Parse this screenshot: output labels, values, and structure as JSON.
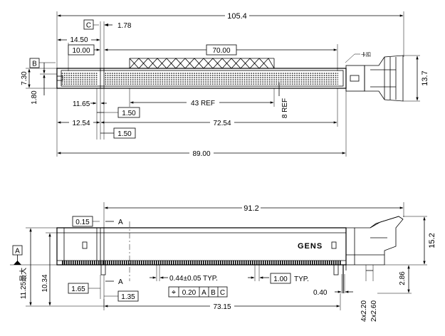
{
  "top_view": {
    "overall_length": "105.4",
    "datum_c": "C",
    "dim_1_78": "1.78",
    "dim_14_50": "14.50",
    "basic_10_00": "10.00",
    "basic_70_00": "70.00",
    "latch_label": "卡扣",
    "datum_b": "B",
    "dim_7_30": "7.30",
    "dim_1_80": "1.80",
    "dim_13_7": "13.7",
    "dim_11_65": "11.65",
    "basic_1_50_a": "1.50",
    "dim_43_ref": "43 REF",
    "dim_8_ref": "8 REF",
    "dim_12_54": "12.54",
    "dim_72_54": "72.54",
    "basic_1_50_b": "1.50",
    "dim_89_00": "89.00"
  },
  "front_view": {
    "dim_91_2": "91.2",
    "tol_0_15": "0.15",
    "section_a_top": "A",
    "section_a_bottom": "A",
    "datum_a": "A",
    "brand": "GENS",
    "dim_15_2": "15.2",
    "dim_11_25_max": "11.25最大",
    "dim_10_34": "10.34",
    "pin_width": "0.44±0.05 TYP.",
    "pitch_basic": "1.00",
    "pitch_typ": "TYP.",
    "dim_2_86": "2.86",
    "basic_1_65": "1.65",
    "dim_0_40": "0.40",
    "basic_1_35": "1.35",
    "fcf_symbol": "⌖",
    "fcf_value": "0.20",
    "fcf_a": "A",
    "fcf_b": "B",
    "fcf_c": "C",
    "dim_4x2_20": "4x2.20",
    "dim_2x2_60": "2x2.60",
    "dim_73_15": "73.15"
  }
}
